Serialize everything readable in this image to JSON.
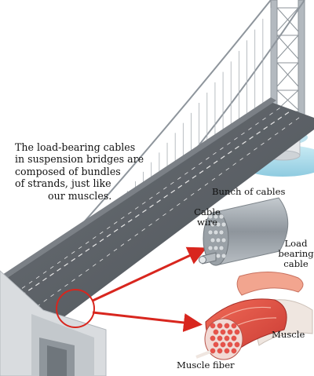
{
  "caption": {
    "lines": [
      "The load-bearing cables",
      "in suspension bridges are",
      "composed of bundles",
      "of strands, just like",
      "our muscles."
    ]
  },
  "labels": {
    "bunch_of_cables": "Bunch of cables",
    "cable_wire": [
      "Cable",
      "wire"
    ],
    "load_bearing_cable": [
      "Load",
      "bearing",
      "cable"
    ],
    "muscle": "Muscle",
    "muscle_fiber": "Muscle fiber"
  },
  "colors": {
    "sky": "#ffffff",
    "deck": "#5b6066",
    "lane_line": "#e8e8e8",
    "bridge_steel": "#9aa0a6",
    "water": "#9fd4e6",
    "arrow": "#d8261e",
    "muscle": "#e0473f",
    "muscle_light": "#f2a58f",
    "tendon": "#efe6e0",
    "cable_gray": "#a6adb3"
  }
}
